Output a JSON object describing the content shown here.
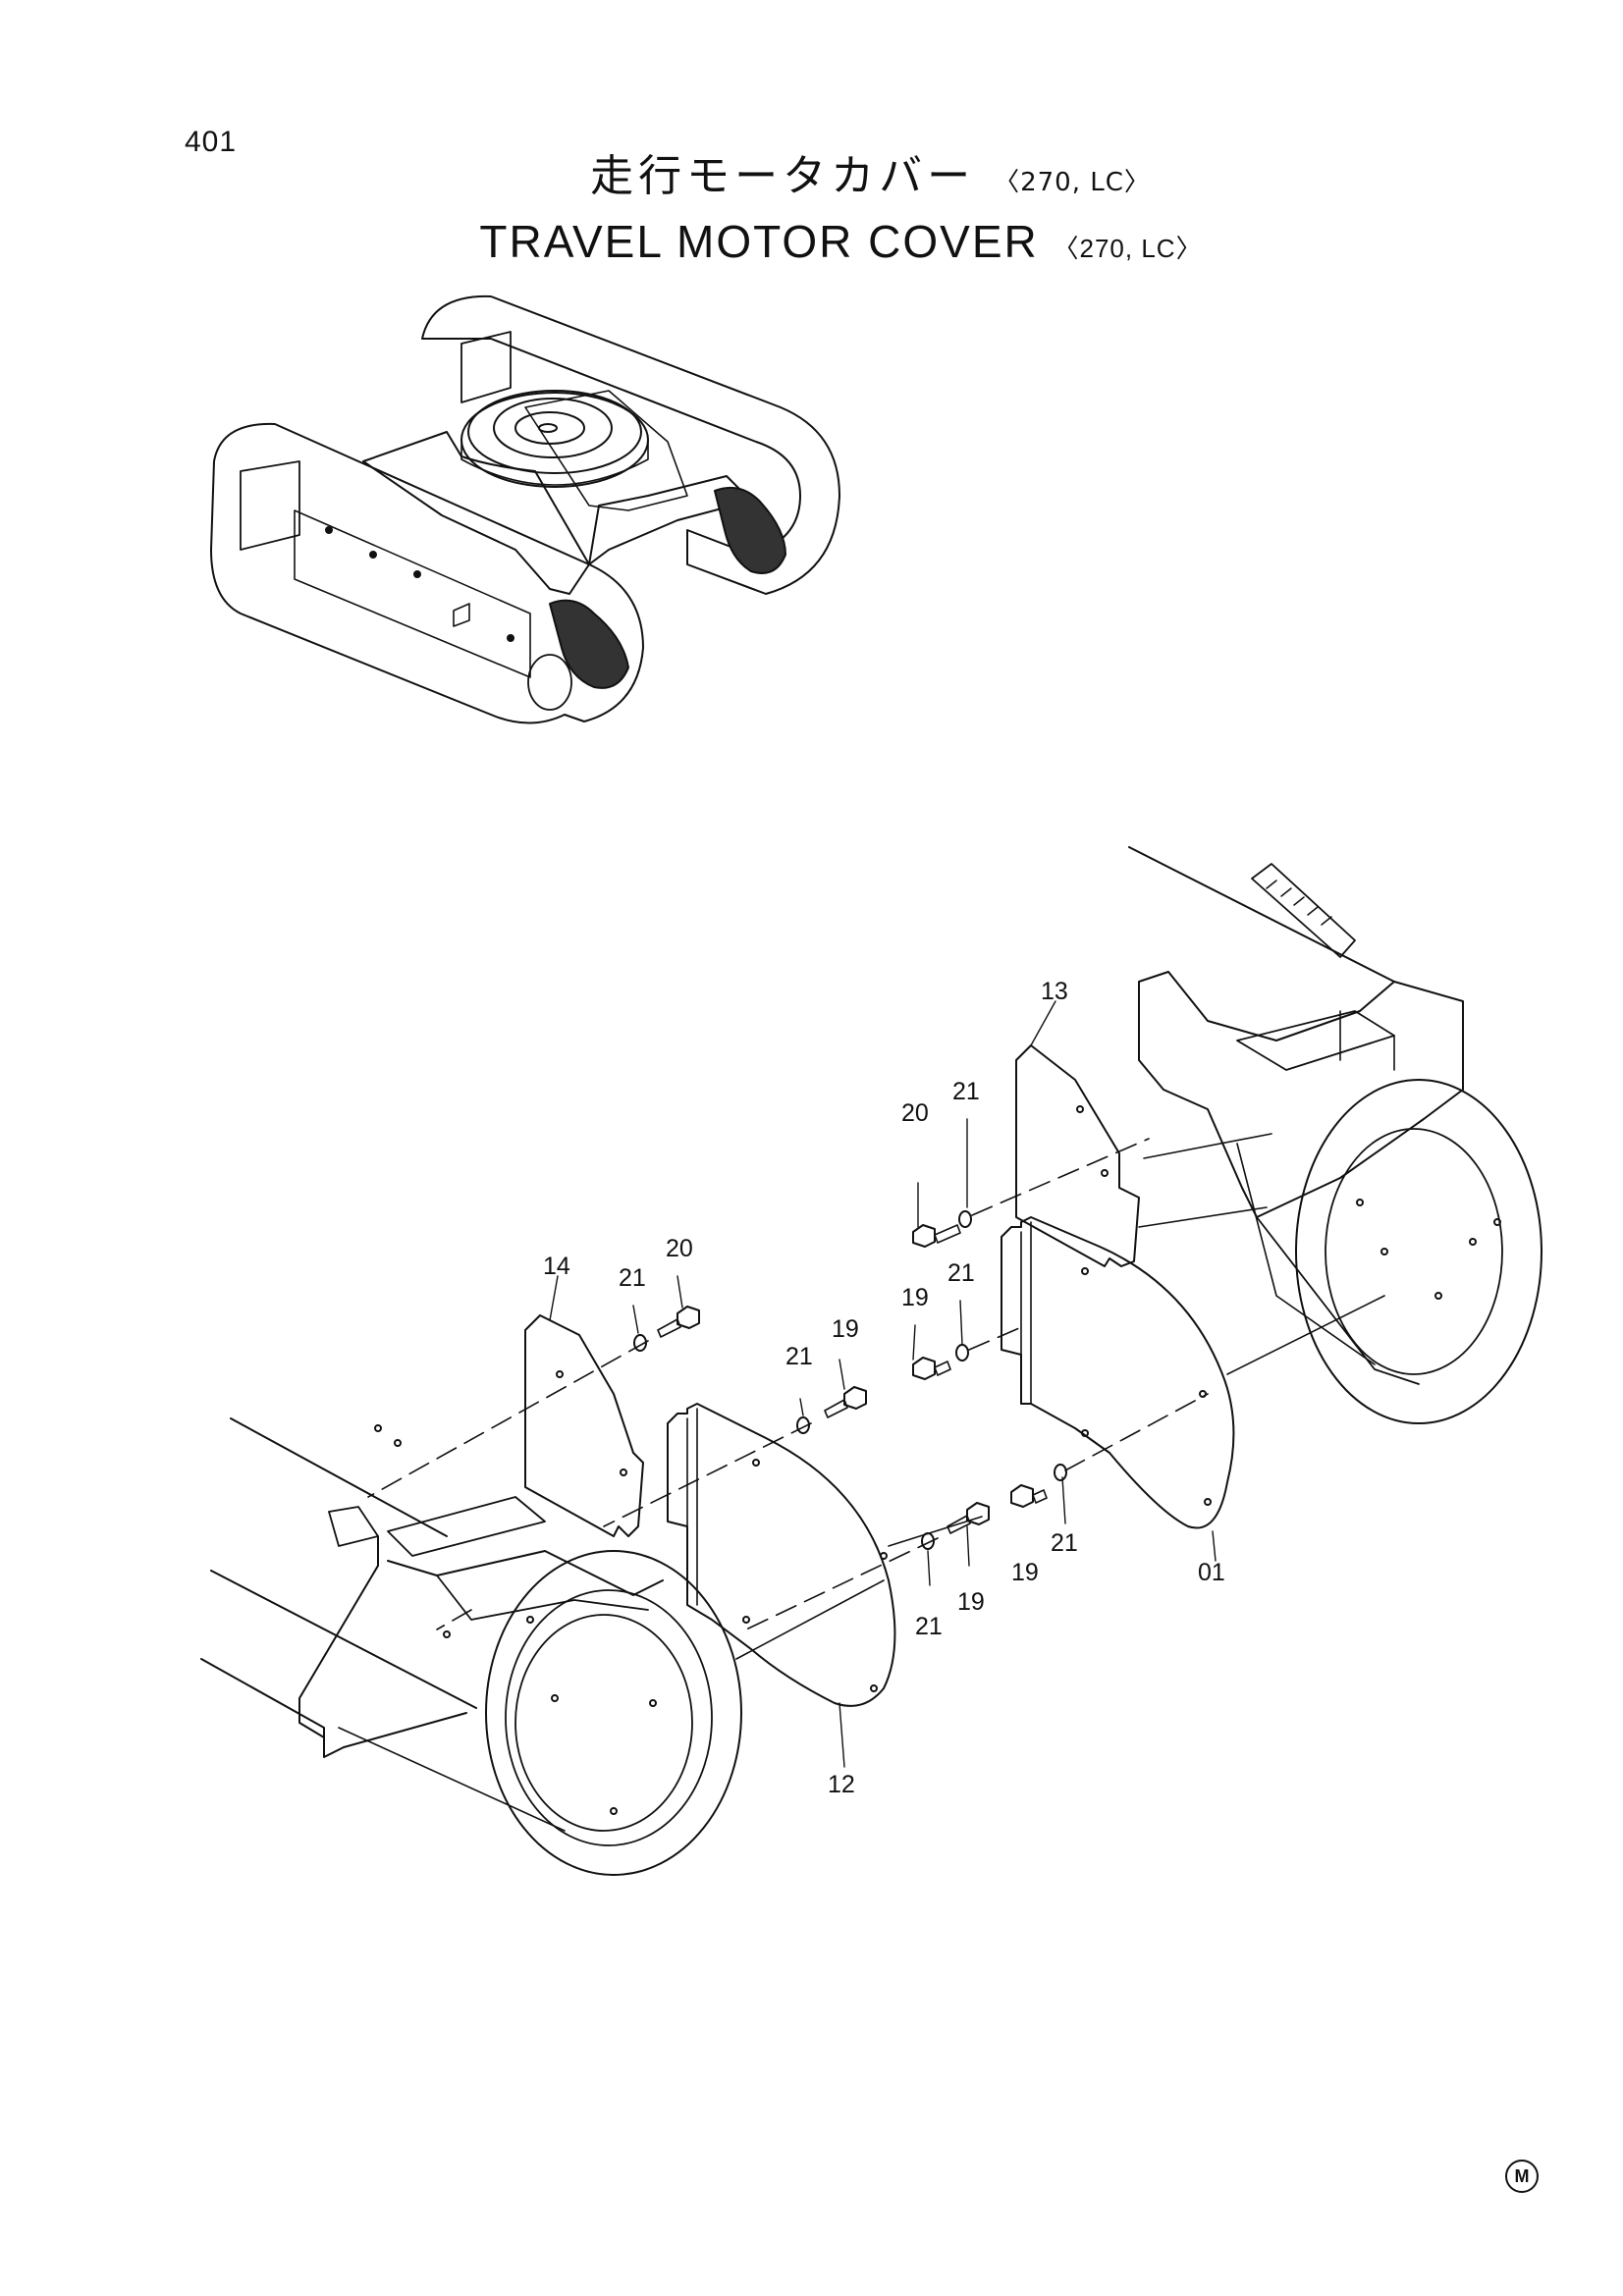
{
  "page": {
    "number": "401",
    "title_ja": "走行モータカバー",
    "title_en": "TRAVEL MOTOR COVER",
    "variant": "〈270, LC〉",
    "maker_mark": "M"
  },
  "diagram": {
    "colors": {
      "line": "#111111",
      "shade": "#333333",
      "paper": "#ffffff"
    },
    "callouts": [
      {
        "id": "c13",
        "label": "13"
      },
      {
        "id": "c21a",
        "label": "21"
      },
      {
        "id": "c20a",
        "label": "20"
      },
      {
        "id": "c14",
        "label": "14"
      },
      {
        "id": "c21b",
        "label": "21"
      },
      {
        "id": "c20b",
        "label": "20"
      },
      {
        "id": "c19a",
        "label": "19"
      },
      {
        "id": "c21c",
        "label": "21"
      },
      {
        "id": "c21d",
        "label": "21"
      },
      {
        "id": "c19b",
        "label": "19"
      },
      {
        "id": "c19c",
        "label": "19"
      },
      {
        "id": "c21e",
        "label": "21"
      },
      {
        "id": "c01",
        "label": "01"
      },
      {
        "id": "c21f",
        "label": "21"
      },
      {
        "id": "c19d",
        "label": "19"
      },
      {
        "id": "c12",
        "label": "12"
      }
    ]
  }
}
